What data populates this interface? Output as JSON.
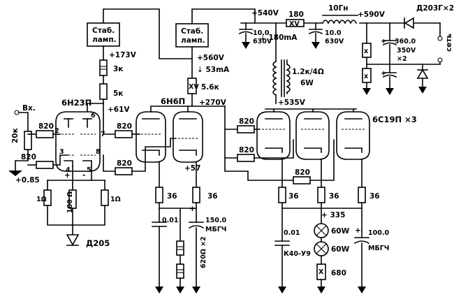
{
  "labels": {
    "input": "Вх.",
    "r_in_shunt": "20к",
    "r_g1": "820",
    "r_g2": "820",
    "v1_type": "6Н23П",
    "v1_pin6": "6",
    "v1_pin7": "7",
    "v1_pin2": "2",
    "v1_pin3": "3",
    "v1_pin8": "8",
    "v1_pin4": "4",
    "v1_pin5": "5",
    "v1_bias": "+0.85",
    "r_k1": "1Ω",
    "r_k2": "1Ω",
    "r_k_mid": "180 Ω",
    "diode_bias": "Д205",
    "stab1_line1": "Стаб.",
    "stab1_line2": "ламп.",
    "v_173": "+173V",
    "r_3k": "3к",
    "r_5k": "5к",
    "v_61": "+61V",
    "r_g3": "820",
    "r_g4": "820",
    "v2_type": "6Н6П",
    "stab2_line1": "Стаб.",
    "stab2_line2": "ламп.",
    "v_560": "+560V",
    "i_53": "53mA",
    "r_5_6k": "5.6к",
    "v_270": "+270V",
    "v2_bias": "+57",
    "r_k3": "36",
    "r_k4": "36",
    "c_001a": "0.01",
    "c_150": "150.0",
    "c_150_type": "МБГЧ",
    "r_620": "620Ω ×2",
    "v_540": "+540V",
    "r_180": "180",
    "c_10a": "10.0",
    "c_10a_v": "630V",
    "i_180": "180mA",
    "choke": "10Гн",
    "c_10b": "10.0",
    "c_10b_v": "630V",
    "v_590": "+590V",
    "diodes": "Д203Г×2",
    "c_360": "360.0",
    "c_360_v": "350V",
    "c_360_n": "×2",
    "mains": "сеть",
    "transformer_1": "1.2к/4Ω",
    "transformer_2": "6W",
    "v_535": "+535V",
    "r_g5": "820",
    "r_g6": "820",
    "r_g7": "820",
    "v3_type": "6С19П ×3",
    "r_k5": "36",
    "r_k6": "36",
    "r_k7": "36",
    "v_335": "+ 335",
    "lamp1": "60W",
    "lamp2": "60W",
    "r_680": "680",
    "c_001b": "0.01",
    "c_001b_type": "К40-У9",
    "c_100": "100.0",
    "c_100_type": "МБГЧ"
  }
}
